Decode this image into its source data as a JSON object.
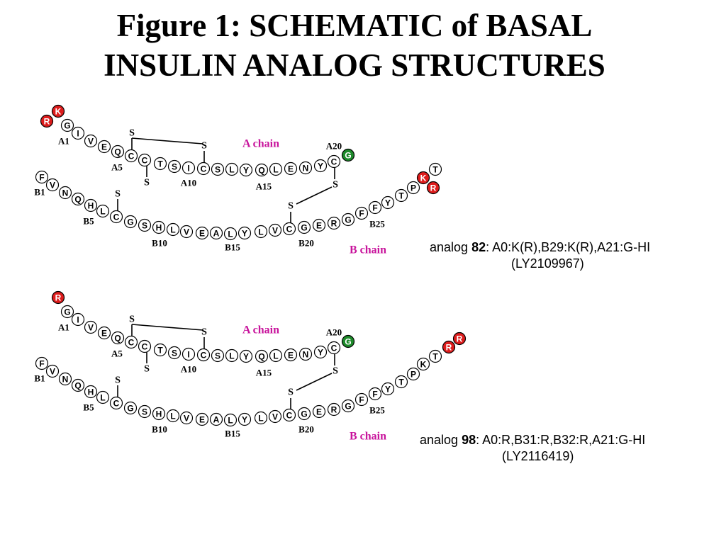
{
  "title": {
    "line1": "Figure 1: SCHEMATIC of BASAL",
    "line2": "INSULIN ANALOG STRUCTURES"
  },
  "colors": {
    "plain": "#ffffff",
    "red": "#dd1c1c",
    "green": "#1d8a2a",
    "chain_label": "#c8149c"
  },
  "analogs": [
    {
      "prefix": "analog ",
      "number": "82",
      "changes": ":  A0:K(R),B29:K(R),A21:G-HI",
      "ly": "(LY2109967)",
      "chain_labels": {
        "a": "A chain",
        "b": "B chain"
      },
      "a_chain": {
        "extra": [
          {
            "aa": "K",
            "color": "red"
          },
          {
            "aa": "R",
            "color": "red"
          }
        ],
        "sequence": [
          "G",
          "I",
          "V",
          "E",
          "Q",
          "C",
          "C",
          "T",
          "S",
          "I",
          "C",
          "S",
          "L",
          "Y",
          "Q",
          "L",
          "E",
          "N",
          "Y",
          "C",
          "G"
        ],
        "highlight": {
          "21": "green"
        },
        "position_labels": [
          "A1",
          "A5",
          "A10",
          "A15",
          "A20"
        ]
      },
      "b_chain": {
        "sequence": [
          "F",
          "V",
          "N",
          "Q",
          "H",
          "L",
          "C",
          "G",
          "S",
          "H",
          "L",
          "V",
          "E",
          "A",
          "L",
          "Y",
          "L",
          "V",
          "C",
          "G",
          "E",
          "R",
          "G",
          "F",
          "F",
          "Y",
          "T",
          "P",
          "K",
          "T",
          "R"
        ],
        "highlight": {
          "29": "red",
          "31": "red"
        },
        "position_labels": [
          "B1",
          "B5",
          "B10",
          "B15",
          "B20",
          "B25"
        ]
      },
      "disulfide_labels": [
        "S",
        "S",
        "S",
        "S",
        "S",
        "S"
      ]
    },
    {
      "prefix": "analog ",
      "number": "98",
      "changes": ":  A0:R,B31:R,B32:R,A21:G-HI",
      "ly": "(LY2116419)",
      "chain_labels": {
        "a": "A chain",
        "b": "B chain"
      },
      "a_chain": {
        "extra": [
          {
            "aa": "R",
            "color": "red"
          }
        ],
        "sequence": [
          "G",
          "I",
          "V",
          "E",
          "Q",
          "C",
          "C",
          "T",
          "S",
          "I",
          "C",
          "S",
          "L",
          "Y",
          "Q",
          "L",
          "E",
          "N",
          "Y",
          "C",
          "G"
        ],
        "highlight": {
          "21": "green"
        },
        "position_labels": [
          "A1",
          "A5",
          "A10",
          "A15",
          "A20"
        ]
      },
      "b_chain": {
        "sequence": [
          "F",
          "V",
          "N",
          "Q",
          "H",
          "L",
          "C",
          "G",
          "S",
          "H",
          "L",
          "V",
          "E",
          "A",
          "L",
          "Y",
          "L",
          "V",
          "C",
          "G",
          "E",
          "R",
          "G",
          "F",
          "F",
          "Y",
          "T",
          "P",
          "K",
          "T",
          "R",
          "R"
        ],
        "highlight": {
          "31": "red",
          "32": "red"
        },
        "position_labels": [
          "B1",
          "B5",
          "B10",
          "B15",
          "B20",
          "B25"
        ]
      },
      "disulfide_labels": [
        "S",
        "S",
        "S",
        "S",
        "S",
        "S"
      ]
    }
  ]
}
